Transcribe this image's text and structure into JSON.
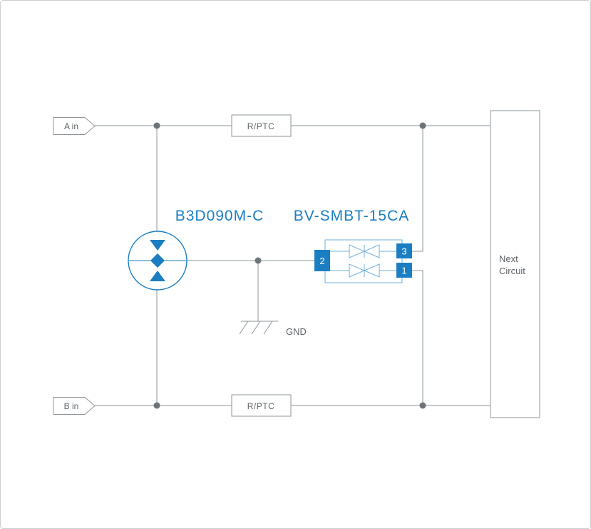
{
  "colors": {
    "accent_blue": "#1b7ec2",
    "tvs_blue": "#6fafd9",
    "wire_gray": "#8e949a",
    "dot_gray": "#6e7378",
    "text_gray": "#5d6368",
    "border_gray": "#c9cdd1"
  },
  "diagram": {
    "input_a": "A in",
    "input_b": "B in",
    "fuse_top": "R/PTC",
    "fuse_bottom": "R/PTC",
    "gdt_label": "B3D090M-C",
    "tvs_label": "BV-SMBT-15CA",
    "pin_2": "2",
    "pin_3": "3",
    "pin_1": "1",
    "gnd": "GND",
    "next_circuit_line1": "Next",
    "next_circuit_line2": "Circuit"
  }
}
